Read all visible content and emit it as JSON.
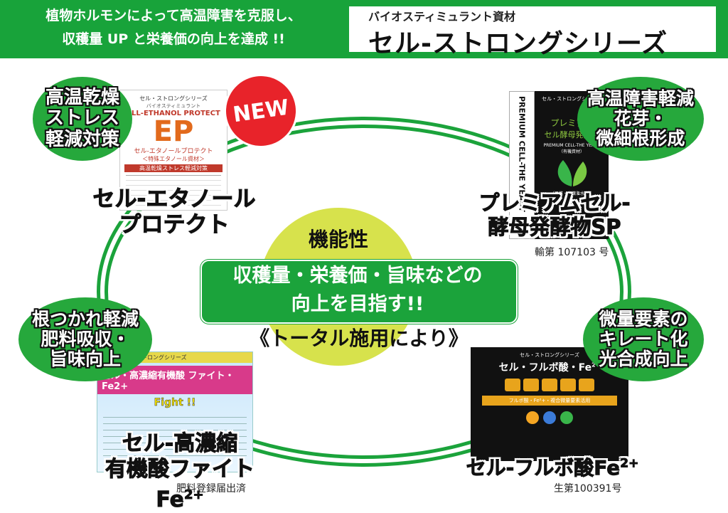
{
  "header": {
    "tagline_line1": "植物ホルモンによって高温障害を克服し、",
    "tagline_line2": "収穫量 UP と栄養価の向上を達成 !!",
    "series_subtitle": "バイオスティミュラント資材",
    "series_title": "セル-ストロングシリーズ"
  },
  "badges": {
    "top_left": [
      "高温乾燥",
      "ストレス",
      "軽減対策"
    ],
    "top_right": [
      "高温障害軽減",
      "花芽・",
      "微細根形成"
    ],
    "bottom_left": [
      "根つかれ軽減",
      "肥料吸収・",
      "旨味向上"
    ],
    "bottom_right": [
      "微量要素の",
      "キレート化",
      "光合成向上"
    ]
  },
  "new_label": "NEW",
  "center": {
    "heading": "機能性",
    "line1": "収穫量・栄養価・旨味などの",
    "line2": "向上を目指す!!",
    "line3": "《トータル施用により》"
  },
  "products": {
    "ep": {
      "series": "セル・ストロングシリーズ",
      "category": "バイオスティミュラント",
      "name_en": "ELL-ETHANOL PROTECT",
      "mark": "EP",
      "name_ja": "セル-エタノールプロテクト",
      "sub": "＜特殊エタノール資材＞",
      "band": "高温乾燥ストレス軽減対策",
      "title_line1": "セル-エタノール",
      "title_line2": "プロテクト"
    },
    "yeast": {
      "side": "PREMIUM CELL-THE YEAST",
      "series": "セル・ストロングシリーズ",
      "name_line1": "プレミアム",
      "name_line2": "セル酵母発酵物",
      "name_en": "PREMIUM CELL-THE YEAST",
      "type": "（有機資材）",
      "use": "（果菜・土壌潅水用）",
      "title_line1": "プレミアムセル-",
      "title_line2": "酵母発酵物SP"
    },
    "fe": {
      "series": "セル・ストロングシリーズ",
      "banner": "セル・高濃縮有機酸 ファイト・Fe2+",
      "fight": "Fight !!",
      "title_line1": "セル-高濃縮",
      "title_line2": "有機酸ファイトFe",
      "sup": "2+"
    },
    "fulvic": {
      "series": "セル・ストロングシリーズ",
      "name": "セル・フルボ酸・Fe",
      "sup": "2+",
      "band": "フルボ酸・Fe²+・複合微量要素活用",
      "title": "セル-フルボ酸Fe",
      "title_sup": "2+"
    }
  },
  "registrations": {
    "yeast": "輸第 107103 号",
    "fe": "肥料登録届出済",
    "fulvic": "生第100391号"
  },
  "colors": {
    "green": "#18a33a",
    "lime": "#d7e24c",
    "new_red": "#e8232a",
    "orange": "#e26a1c"
  }
}
